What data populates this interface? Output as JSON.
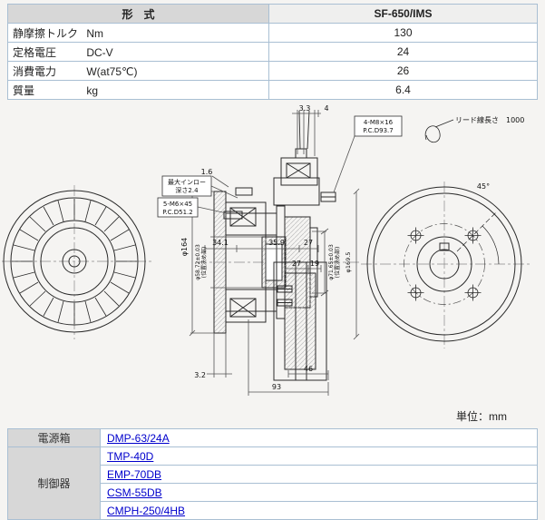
{
  "spec_table": {
    "header": {
      "label": "形　式",
      "value": "SF-650/IMS"
    },
    "rows": [
      {
        "label": "静摩擦トルク",
        "unit": "Nm",
        "value": "130"
      },
      {
        "label": "定格電圧",
        "unit": "DC-V",
        "value": "24"
      },
      {
        "label": "消費電力",
        "unit": "W(at75℃)",
        "value": "26"
      },
      {
        "label": "質量",
        "unit": "kg",
        "value": "6.4"
      }
    ]
  },
  "drawing": {
    "labels": {
      "top_33": "3.3",
      "top_4": "4",
      "bolt1": "4-M8×16",
      "bolt2": "P.C.D93.7",
      "lead": "リード線長さ　1000",
      "inlay1": "最大インロー",
      "inlay2": "深さ2.4",
      "screw1": "5-M6×45",
      "screw2": "P.C.D51.2",
      "d16": "1.6",
      "dia164": "φ164",
      "dia5872": "φ58.72±0.03",
      "fitL": "(位置決め部)",
      "d341": "34.1",
      "d359": "35.9",
      "d27a": "27",
      "d27b": "27",
      "d19": "19",
      "dia7165": "φ71.65±0.03",
      "fitR": "(位置決め部)",
      "dia1695": "φ169.5",
      "a45": "45°",
      "d32": "3.2",
      "d46": "46",
      "d93": "93"
    },
    "unit_note": "単位：mm"
  },
  "accessory_table": {
    "rows": [
      {
        "label": "電源箱",
        "links": [
          "DMP-63/24A"
        ]
      },
      {
        "label": "制御器",
        "links": [
          "TMP-40D",
          "EMP-70DB",
          "CSM-55DB",
          "CMPH-250/4HB"
        ]
      }
    ]
  },
  "colors": {
    "link_blue": "#0000cc",
    "table_border": "#a9bfd3",
    "header_gray": "#d7d7d7"
  }
}
